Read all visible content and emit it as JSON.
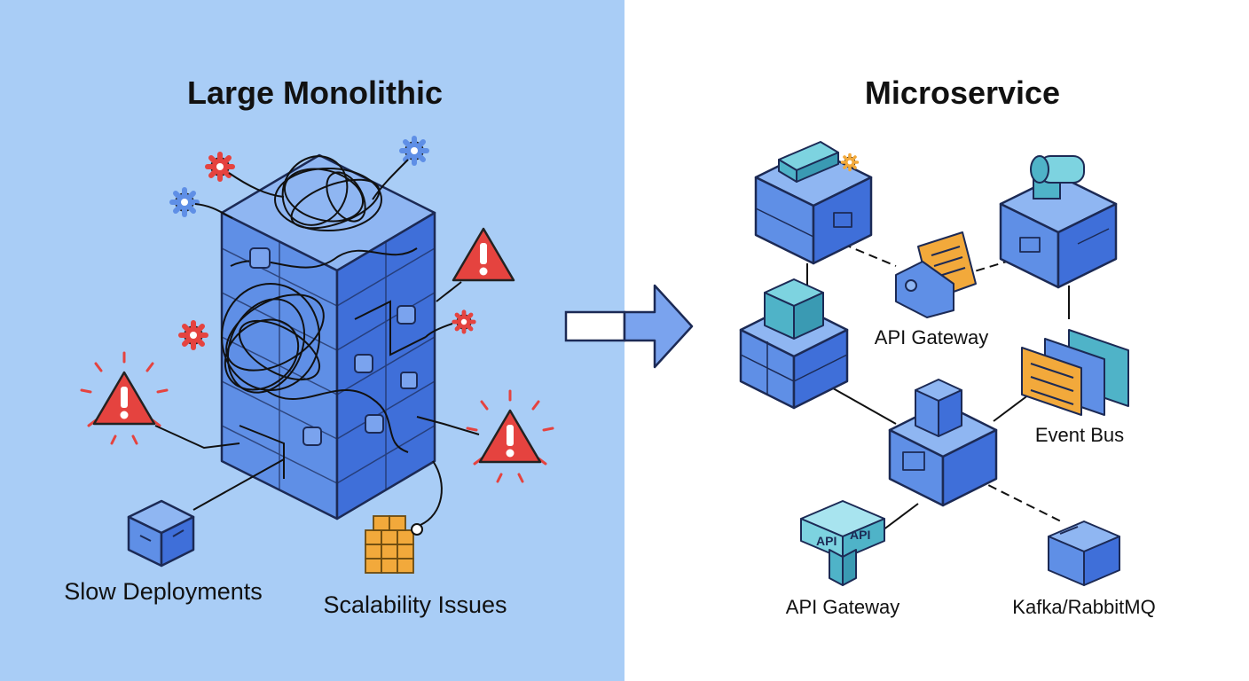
{
  "monolith": {
    "title": "Large Monolithic",
    "callouts": {
      "slow_deployments": "Slow Deployments",
      "scalability_issues": "Scalability Issues"
    }
  },
  "microservice": {
    "title": "Microservice",
    "labels": {
      "api_gateway_top": "API Gateway",
      "event_bus": "Event Bus",
      "api_gateway_bottom": "API Gateway",
      "kafka": "Kafka/RabbitMQ"
    },
    "badges": {
      "api_left": "API",
      "api_right": "API"
    }
  },
  "colors": {
    "left_bg": "#a9cdf6",
    "cube_top": "#8fb6f2",
    "cube_left": "#5f8fe6",
    "cube_right": "#3f6fd9",
    "teal": "#4fb3c8",
    "orange": "#f2a93b",
    "alert_red": "#e5433f"
  }
}
